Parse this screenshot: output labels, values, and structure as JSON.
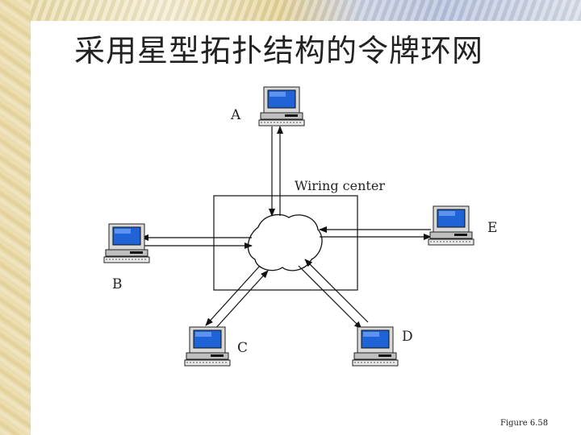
{
  "title": "采用星型拓扑结构的令牌环网",
  "wiring_center_label": "Wiring center",
  "nodes": [
    {
      "id": "A",
      "label": "A"
    },
    {
      "id": "B",
      "label": "B"
    },
    {
      "id": "C",
      "label": "C"
    },
    {
      "id": "D",
      "label": "D"
    },
    {
      "id": "E",
      "label": "E"
    }
  ],
  "figure_caption": "Figure 6.58",
  "colors": {
    "screen": "#1f63d6",
    "line": "#111111"
  }
}
